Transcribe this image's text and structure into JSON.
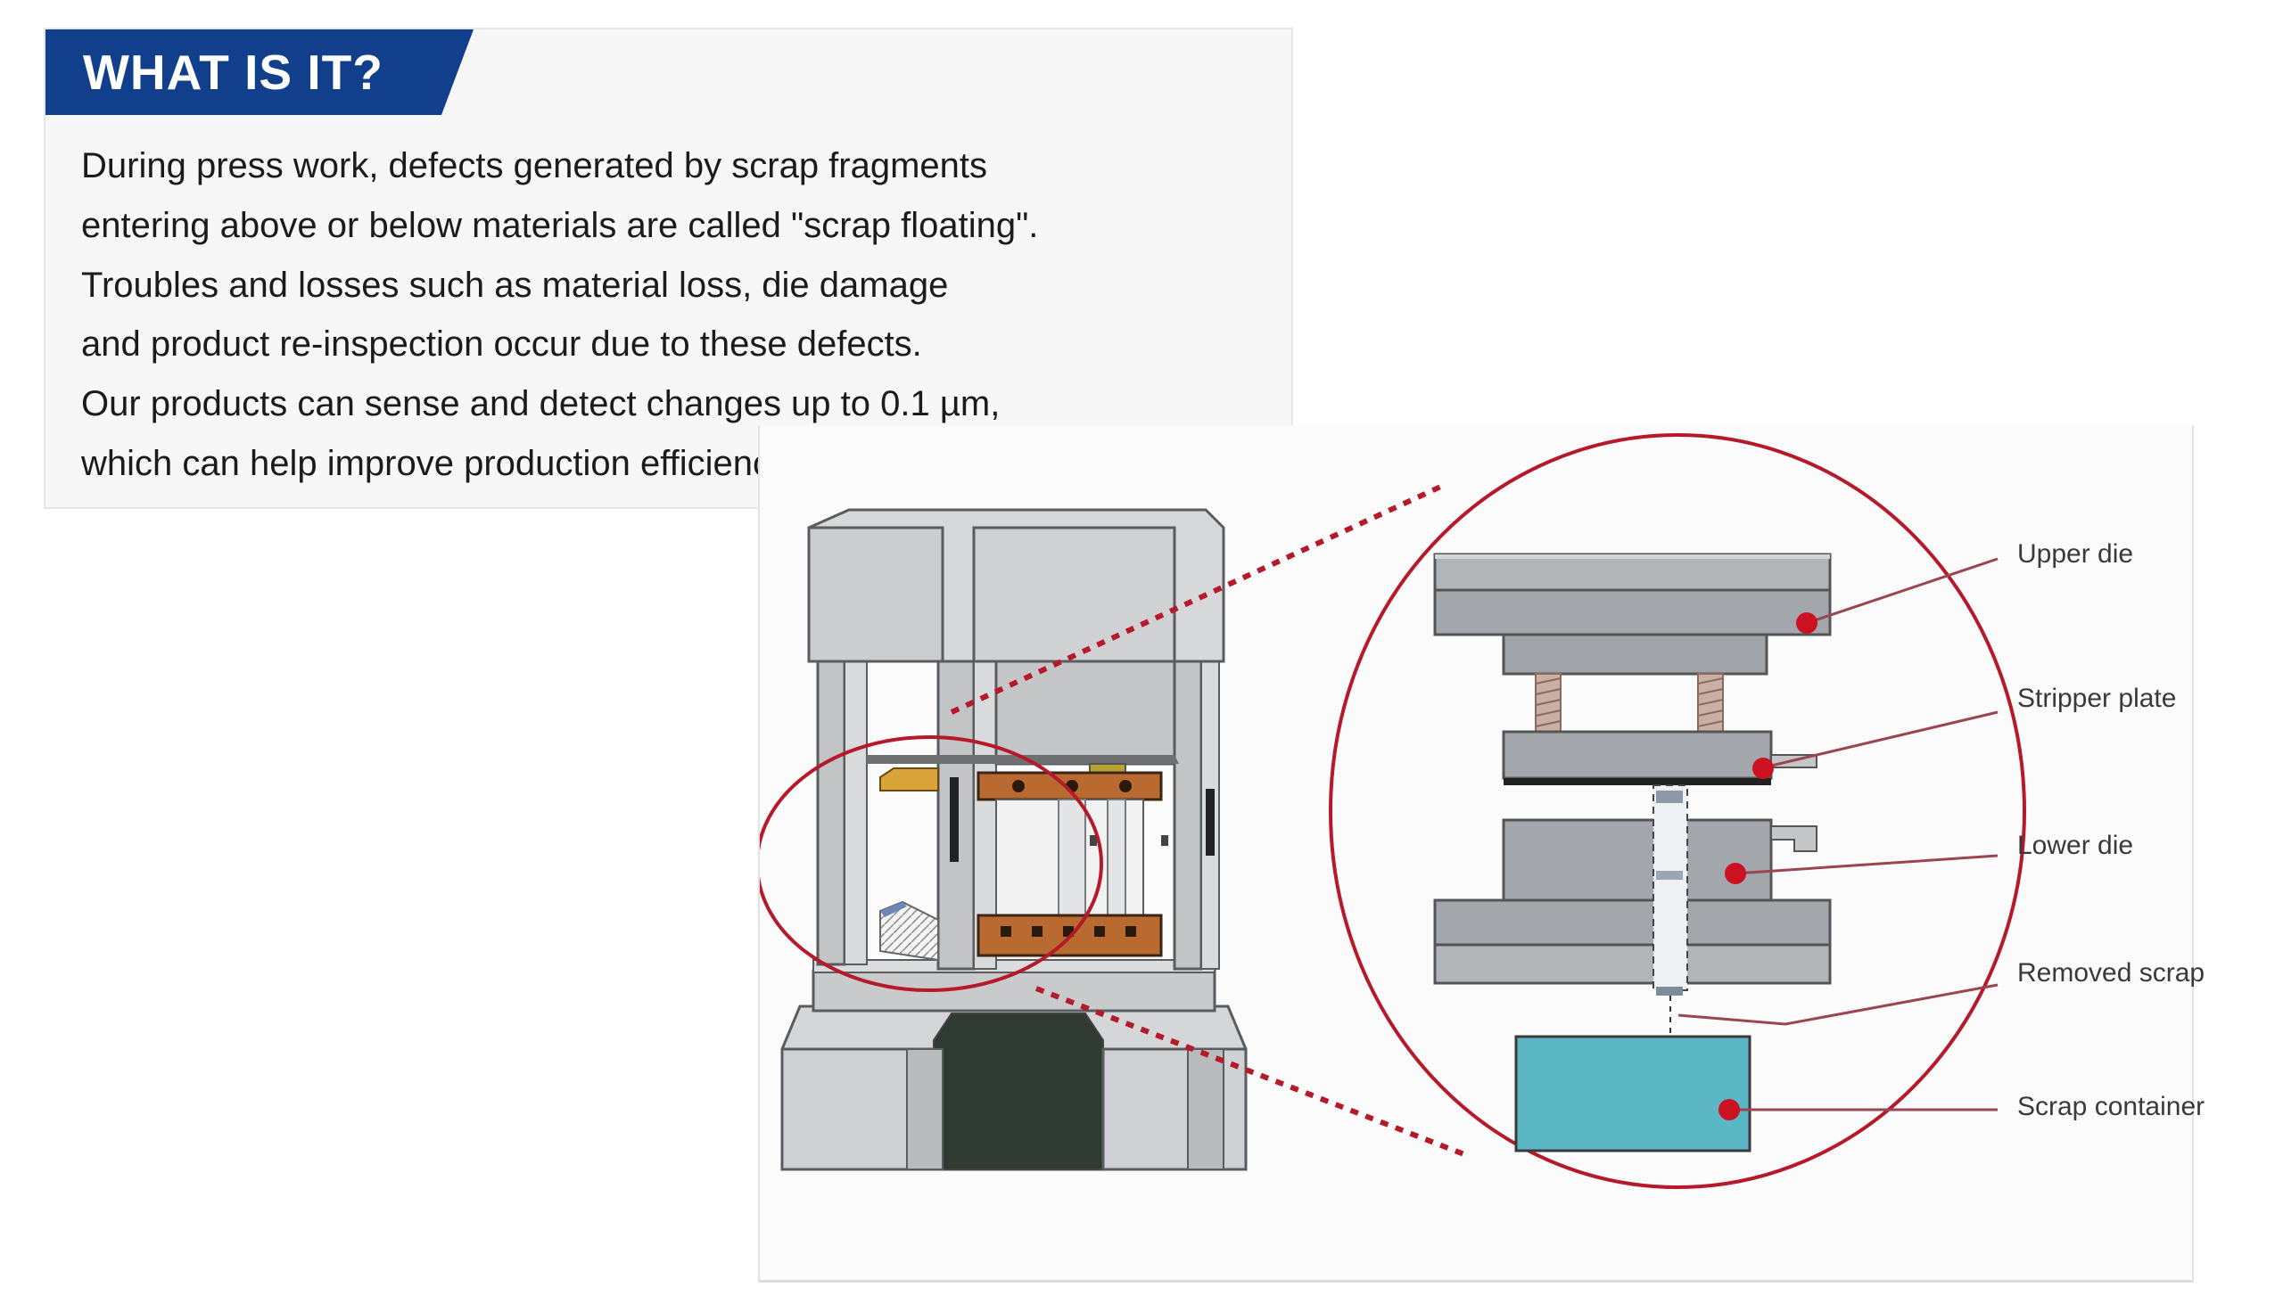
{
  "heading": "WHAT IS IT?",
  "description_lines": [
    "During press work, defects generated by scrap fragments",
    "entering above or below materials are called \"scrap floating\".",
    "Troubles and losses such as material loss, die damage",
    "and product re-inspection occur due to these defects.",
    "Our products can sense and detect changes up to 0.1 µm,",
    "which can help improve production efficiency."
  ],
  "diagram_labels": {
    "upper_die": "Upper die",
    "stripper_plate": "Stripper plate",
    "lower_die": "Lower die",
    "removed_scrap": "Removed scrap",
    "scrap_container": "Scrap container"
  },
  "colors": {
    "badge_blue": "#123f8c",
    "callout_red": "#b5192a",
    "marker_red": "#cc1220",
    "container_teal": "#5bb7c4",
    "die_gray": "#a3a7ab",
    "die_block_brown": "#b86a30"
  }
}
